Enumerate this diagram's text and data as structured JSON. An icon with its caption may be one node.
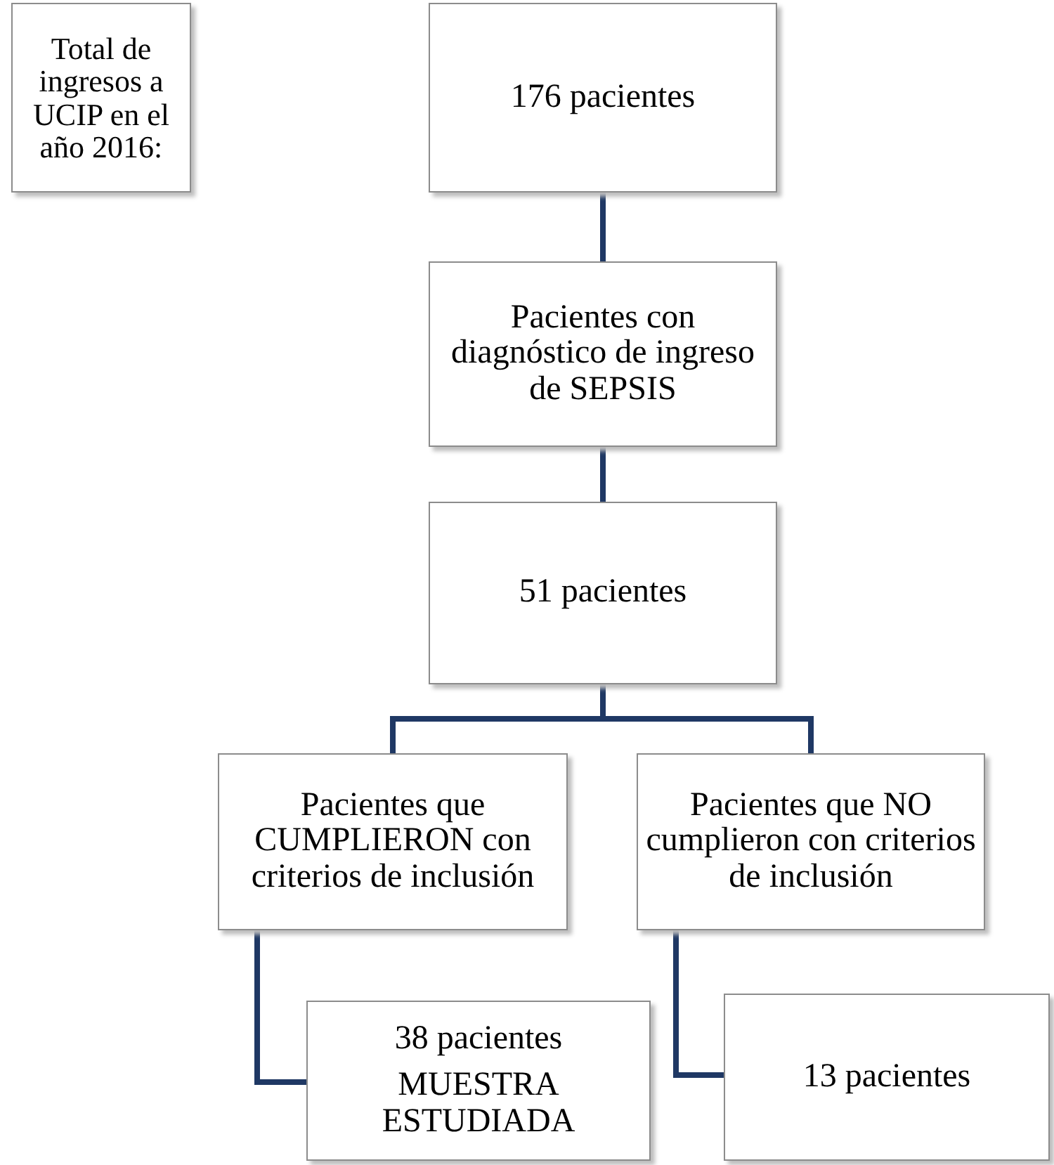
{
  "diagram": {
    "nodes": [
      {
        "text": [
          "Total de ingresos a UCIP en el año 2016:"
        ]
      },
      {
        "text": [
          "176 pacientes"
        ]
      },
      {
        "text": [
          "Pacientes con diagnóstico de ingreso de SEPSIS"
        ]
      },
      {
        "text": [
          "51 pacientes"
        ]
      },
      {
        "text": [
          "Pacientes que CUMPLIERON con criterios de inclusión"
        ]
      },
      {
        "text": [
          "Pacientes que NO cumplieron con criterios de inclusión"
        ]
      },
      {
        "text": [
          "38 pacientes",
          "MUESTRA ESTUDIADA"
        ]
      },
      {
        "text": [
          "13 pacientes"
        ]
      }
    ],
    "edges": [
      {
        "from": 1,
        "to": 2,
        "arrow": "none"
      },
      {
        "from": 2,
        "to": 3,
        "arrow": "none"
      },
      {
        "from": 3,
        "to": 4,
        "arrow": "none"
      },
      {
        "from": 3,
        "to": 5,
        "arrow": "none"
      },
      {
        "from": 4,
        "to": 6,
        "arrow": "none"
      },
      {
        "from": 5,
        "to": 7,
        "arrow": "none"
      }
    ]
  }
}
